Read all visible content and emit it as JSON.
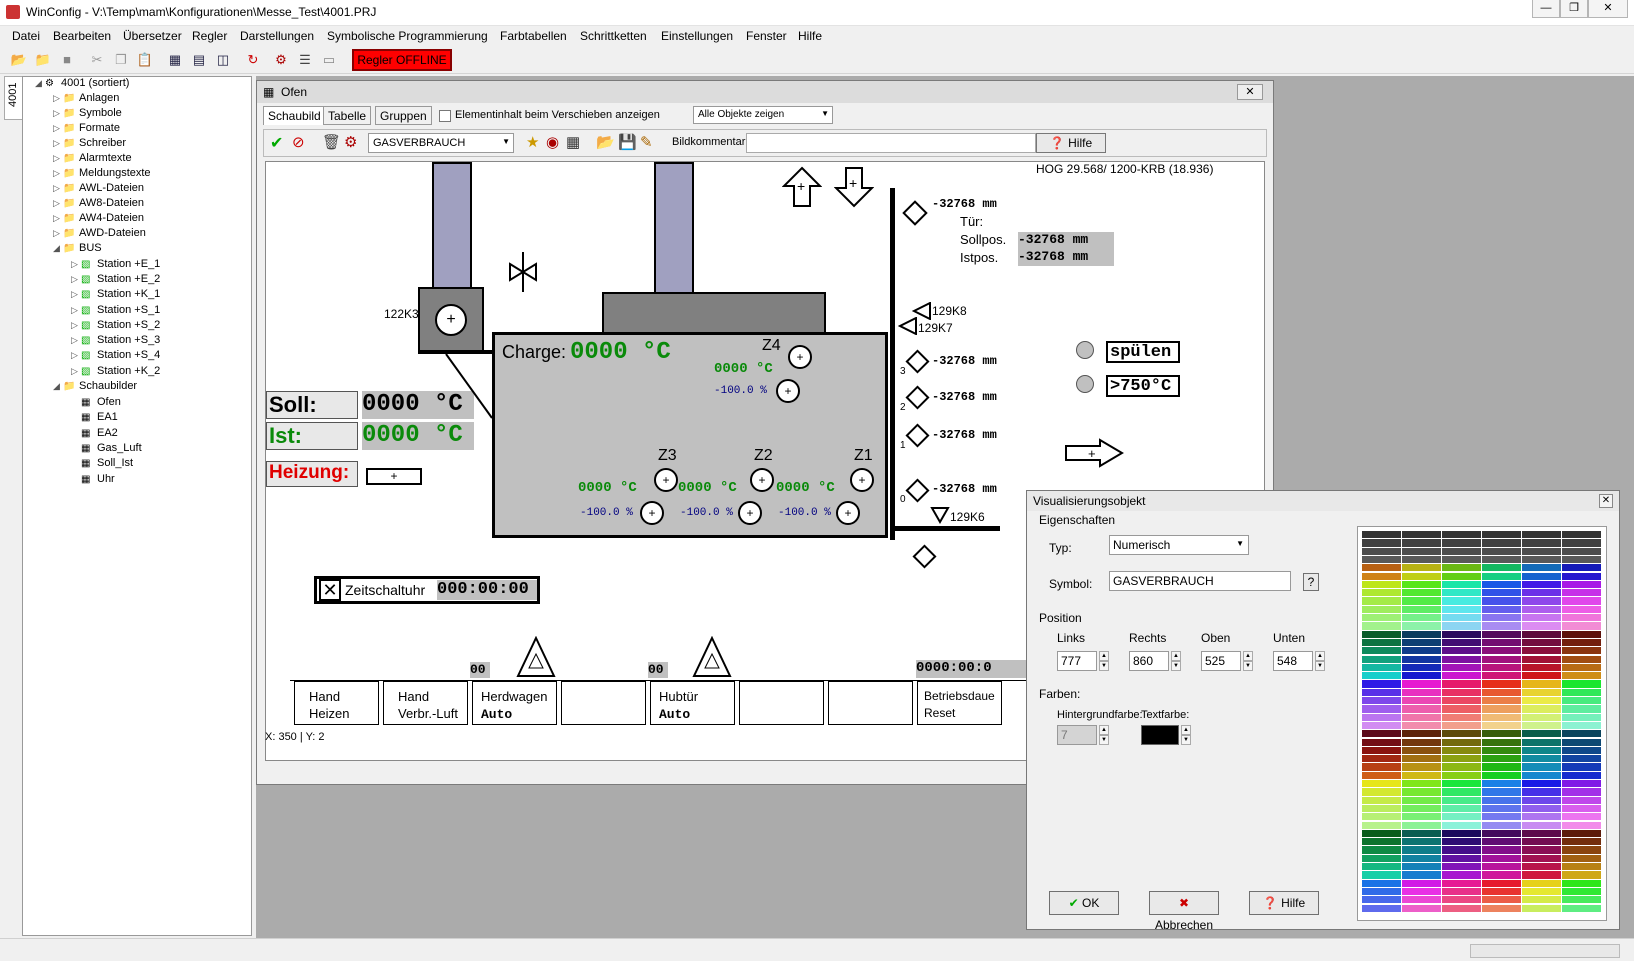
{
  "window": {
    "title": "WinConfig - V:\\Temp\\mam\\Konfigurationen\\Messe_Test\\4001.PRJ"
  },
  "menu": [
    "Datei",
    "Bearbeiten",
    "Übersetzer",
    "Regler",
    "Darstellungen",
    "Symbolische Programmierung",
    "Farbtabellen",
    "Schrittketten",
    "Einstellungen",
    "Fenster",
    "Hilfe"
  ],
  "toolbar": {
    "status_label": "Regler OFFLINE",
    "status_color": "#ff0000"
  },
  "left_tab": "4001",
  "tree": {
    "root": "4001 (sortiert)",
    "items": [
      "Anlagen",
      "Symbole",
      "Formate",
      "Schreiber",
      "Alarmtexte",
      "Meldungstexte",
      "AWL-Dateien",
      "AW8-Dateien",
      "AW4-Dateien",
      "AWD-Dateien",
      "BUS"
    ],
    "bus_stations": [
      "Station +E_1",
      "Station +E_2",
      "Station +K_1",
      "Station +S_1",
      "Station +S_2",
      "Station +S_3",
      "Station +S_4",
      "Station +K_2"
    ],
    "schaubilder_label": "Schaubilder",
    "schaubilder": [
      "Ofen",
      "EA1",
      "EA2",
      "Gas_Luft",
      "Soll_Ist",
      "Uhr"
    ]
  },
  "ofen": {
    "title": "Ofen",
    "tabs": [
      "Schaubild",
      "Tabelle",
      "Gruppen"
    ],
    "checkbox_label": "Elementinhalt beim Verschieben anzeigen",
    "filter_value": "Alle Objekte zeigen",
    "symbol_select": "GASVERBRAUCH",
    "bildkommentar_label": "Bildkommentar:",
    "hilfe_label": "Hilfe",
    "status_xy": "X: 350 | Y: 2"
  },
  "canvas": {
    "header_right": "HOG 29.568/ 1200-KRB (18.936)",
    "label_122k3": "122K3",
    "charge_label": "Charge:",
    "charge_value": "0000 °C",
    "z4": "Z4",
    "z3": "Z3",
    "z2": "Z2",
    "z1": "Z1",
    "zone_temp": "0000 °C",
    "zone_pct": "-100.0 %",
    "soll_label": "Soll:",
    "soll_value": "0000 °C",
    "ist_label": "Ist:",
    "ist_value": "0000 °C",
    "heizung_label": "Heizung:",
    "tuer_mm": "-32768 mm",
    "tuer_label": "Tür:",
    "sollpos_label": "Sollpos.",
    "sollpos_value": "-32768 mm",
    "istpos_label": "Istpos.",
    "istpos_value": "-32768 mm",
    "k8": "129K8",
    "k7": "129K7",
    "k6": "129K6",
    "mm_values": [
      "-32768 mm",
      "-32768 mm",
      "-32768 mm",
      "-32768 mm"
    ],
    "mm_indices": [
      "3",
      "2",
      "1",
      "0"
    ],
    "spuelen": "spülen",
    "temp750": ">750°C",
    "zeitschalt_label": "Zeitschaltuhr",
    "zeitschalt_value": "000:00:00",
    "counter_left": "00",
    "counter_mid": "00",
    "counter_right": "0000:00:0",
    "buttons": [
      {
        "l1": "Hand",
        "l2": "Heizen"
      },
      {
        "l1": "Hand",
        "l2": "Verbr.-Luft"
      },
      {
        "l1": "Herdwagen",
        "l2": "Auto"
      },
      {
        "l1": "",
        "l2": ""
      },
      {
        "l1": "Hubtür",
        "l2": "Auto"
      },
      {
        "l1": "",
        "l2": ""
      },
      {
        "l1": "",
        "l2": ""
      },
      {
        "l1": "Betriebsdaue",
        "l2": "Reset"
      }
    ]
  },
  "dialog": {
    "title": "Visualisierungsobjekt",
    "group_eig": "Eigenschaften",
    "typ_label": "Typ:",
    "typ_value": "Numerisch",
    "symbol_label": "Symbol:",
    "symbol_value": "GASVERBRAUCH",
    "help_q": "?",
    "group_pos": "Position",
    "links_label": "Links",
    "links_value": "777",
    "rechts_label": "Rechts",
    "rechts_value": "860",
    "oben_label": "Oben",
    "oben_value": "525",
    "unten_label": "Unten",
    "unten_value": "548",
    "group_farben": "Farben:",
    "hg_label": "Hintergrundfarbe:",
    "hg_value": "7",
    "tf_label": "Textfarbe:",
    "ok": "OK",
    "abbrechen": "Abbrechen",
    "hilfe": "Hilfe"
  },
  "colors": {
    "green_value": "#0a8a0a",
    "navy_value": "#000080",
    "red_heat": "#e00000",
    "vessel": "#c0c0c0",
    "column": "#a0a0c0"
  }
}
